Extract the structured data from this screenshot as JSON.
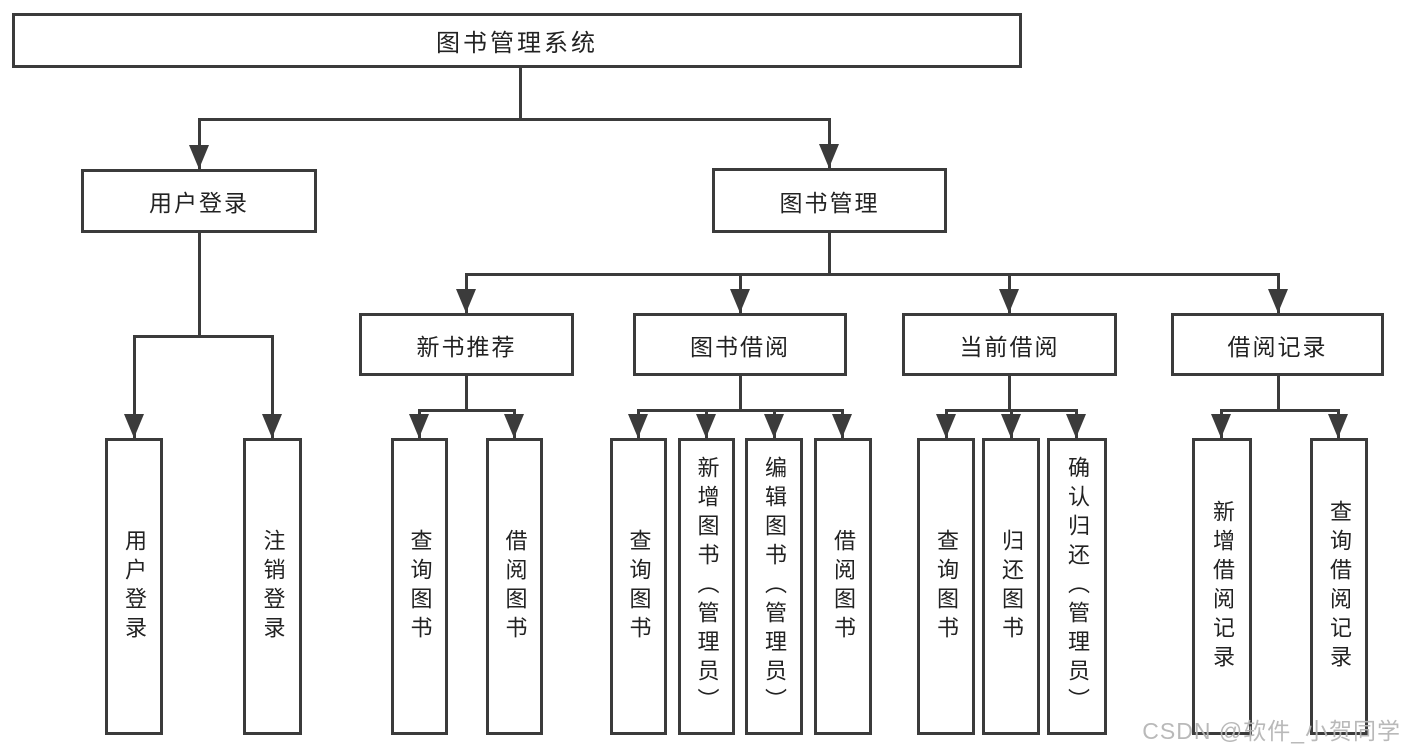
{
  "tree": {
    "root": "图书管理系统",
    "level2": [
      {
        "label": "用户登录",
        "children": [
          "用户登录",
          "注销登录"
        ]
      },
      {
        "label": "图书管理"
      }
    ],
    "level3": [
      {
        "label": "新书推荐",
        "children": [
          "查询图书",
          "借阅图书"
        ]
      },
      {
        "label": "图书借阅",
        "children": [
          "查询图书",
          "新增图书（管理员）",
          "编辑图书（管理员）",
          "借阅图书"
        ]
      },
      {
        "label": "当前借阅",
        "children": [
          "查询图书",
          "归还图书",
          "确认归还（管理员）"
        ]
      },
      {
        "label": "借阅记录",
        "children": [
          "新增借阅记录",
          "查询借阅记录"
        ]
      }
    ]
  },
  "watermark": {
    "text": "CSDN @软件_小贺同学"
  },
  "colors": {
    "line": "#3b3b3b",
    "text": "#222222",
    "background": "#ffffff",
    "watermark": "#b5b5b5"
  }
}
